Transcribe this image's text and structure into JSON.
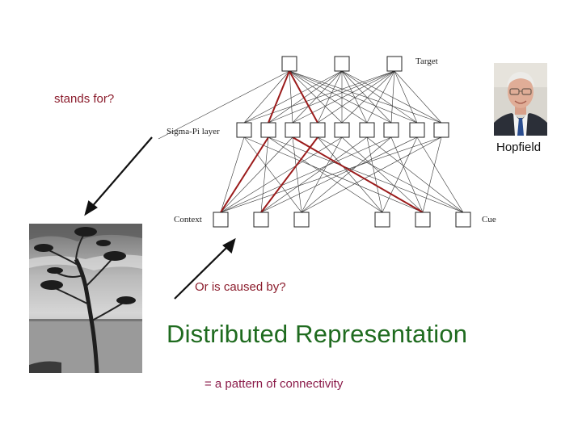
{
  "labels": {
    "stands_for": "stands for?",
    "caused_by": "Or is caused by?",
    "title": "Distributed Representation",
    "subtitle": "= a pattern of connectivity",
    "hopfield": "Hopfield"
  },
  "network": {
    "layer_labels": {
      "target": "Target",
      "hidden": "Sigma-Pi layer",
      "context": "Context",
      "cue": "Cue"
    }
  },
  "images": {
    "portrait": "hopfield-portrait",
    "tree": "windswept-tree-photo"
  },
  "colors": {
    "stands_for": "#8b1c2c",
    "title": "#1f6b1f",
    "subtitle": "#8b1c4a",
    "highlight_connection": "#9b1b1b"
  }
}
